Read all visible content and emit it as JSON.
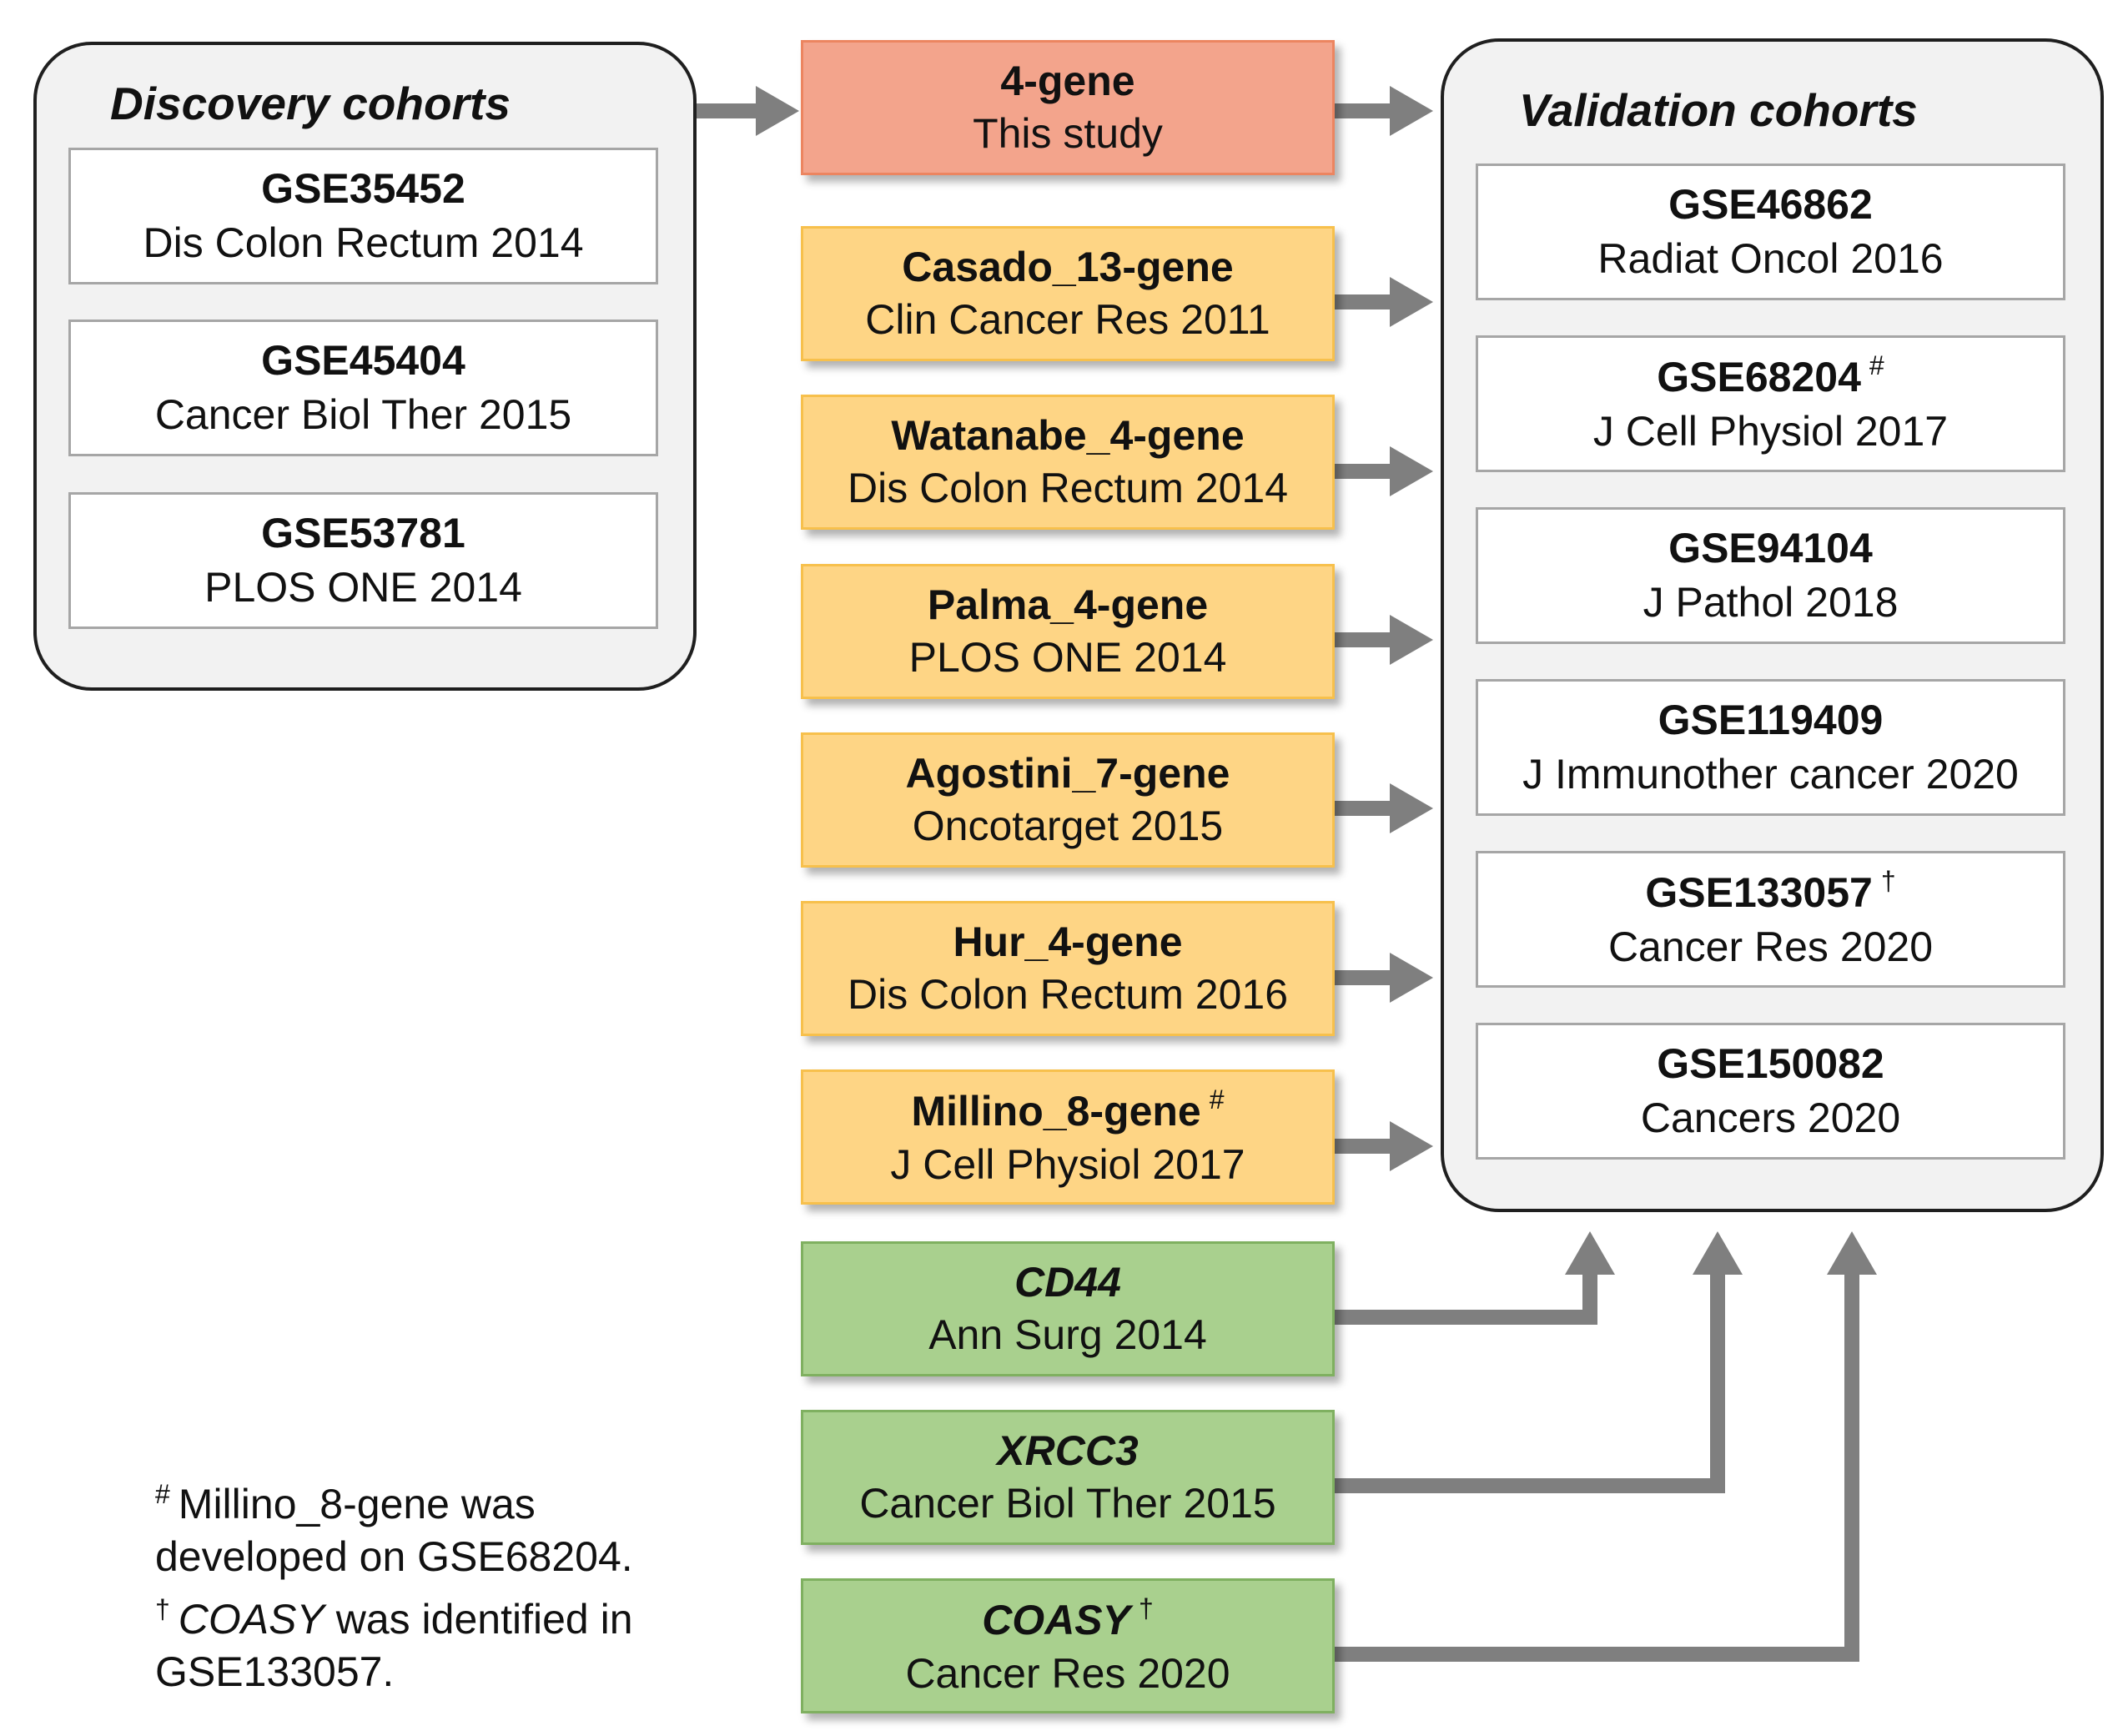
{
  "discovery": {
    "title": "Discovery cohorts",
    "cohorts": [
      {
        "id": "GSE35452",
        "ref": "Dis Colon Rectum 2014"
      },
      {
        "id": "GSE45404",
        "ref": "Cancer Biol Ther 2015"
      },
      {
        "id": "GSE53781",
        "ref": "PLOS ONE 2014"
      }
    ]
  },
  "validation": {
    "title": "Validation cohorts",
    "cohorts": [
      {
        "id": "GSE46862",
        "ref": "Radiat Oncol 2016",
        "mark": ""
      },
      {
        "id": "GSE68204",
        "ref": "J Cell Physiol 2017",
        "mark": "#"
      },
      {
        "id": "GSE94104",
        "ref": "J Pathol 2018",
        "mark": ""
      },
      {
        "id": "GSE119409",
        "ref": "J Immunother cancer 2020",
        "mark": ""
      },
      {
        "id": "GSE133057",
        "ref": "Cancer Res 2020",
        "mark": "†"
      },
      {
        "id": "GSE150082",
        "ref": "Cancers 2020",
        "mark": ""
      }
    ]
  },
  "signatures": [
    {
      "name": "4-gene",
      "ref": "This study",
      "mark": "",
      "color": "#f3a48c"
    },
    {
      "name": "Casado_13-gene",
      "ref": "Clin Cancer Res 2011",
      "mark": "",
      "color": "#fed585"
    },
    {
      "name": "Watanabe_4-gene",
      "ref": "Dis Colon Rectum 2014",
      "mark": "",
      "color": "#fed585"
    },
    {
      "name": "Palma_4-gene",
      "ref": "PLOS ONE 2014",
      "mark": "",
      "color": "#fed585"
    },
    {
      "name": "Agostini_7-gene",
      "ref": "Oncotarget 2015",
      "mark": "",
      "color": "#fed585"
    },
    {
      "name": "Hur_4-gene",
      "ref": "Dis Colon Rectum 2016",
      "mark": "",
      "color": "#fed585"
    },
    {
      "name": "Millino_8-gene",
      "ref": "J Cell Physiol 2017",
      "mark": "#",
      "color": "#fed585"
    },
    {
      "name": "CD44",
      "ref": "Ann Surg 2014",
      "mark": "",
      "color": "#a9d08e"
    },
    {
      "name": "XRCC3",
      "ref": "Cancer Biol Ther 2015",
      "mark": "",
      "color": "#a9d08e"
    },
    {
      "name": "COASY",
      "ref": "Cancer Res 2020",
      "mark": "†",
      "color": "#a9d08e"
    }
  ],
  "footnotes": {
    "hash_mark": "#",
    "hash_line1": "Millino_8-gene was",
    "hash_line2": "developed on GSE68204.",
    "dagger_mark": "†",
    "dagger_gene": "COASY",
    "dagger_line1_rest": " was identified in",
    "dagger_line2": "GSE133057."
  },
  "colors": {
    "arrow": "#7f7f7f",
    "panel_bg": "#f2f2f2",
    "panel_border": "#1f1f1f"
  }
}
